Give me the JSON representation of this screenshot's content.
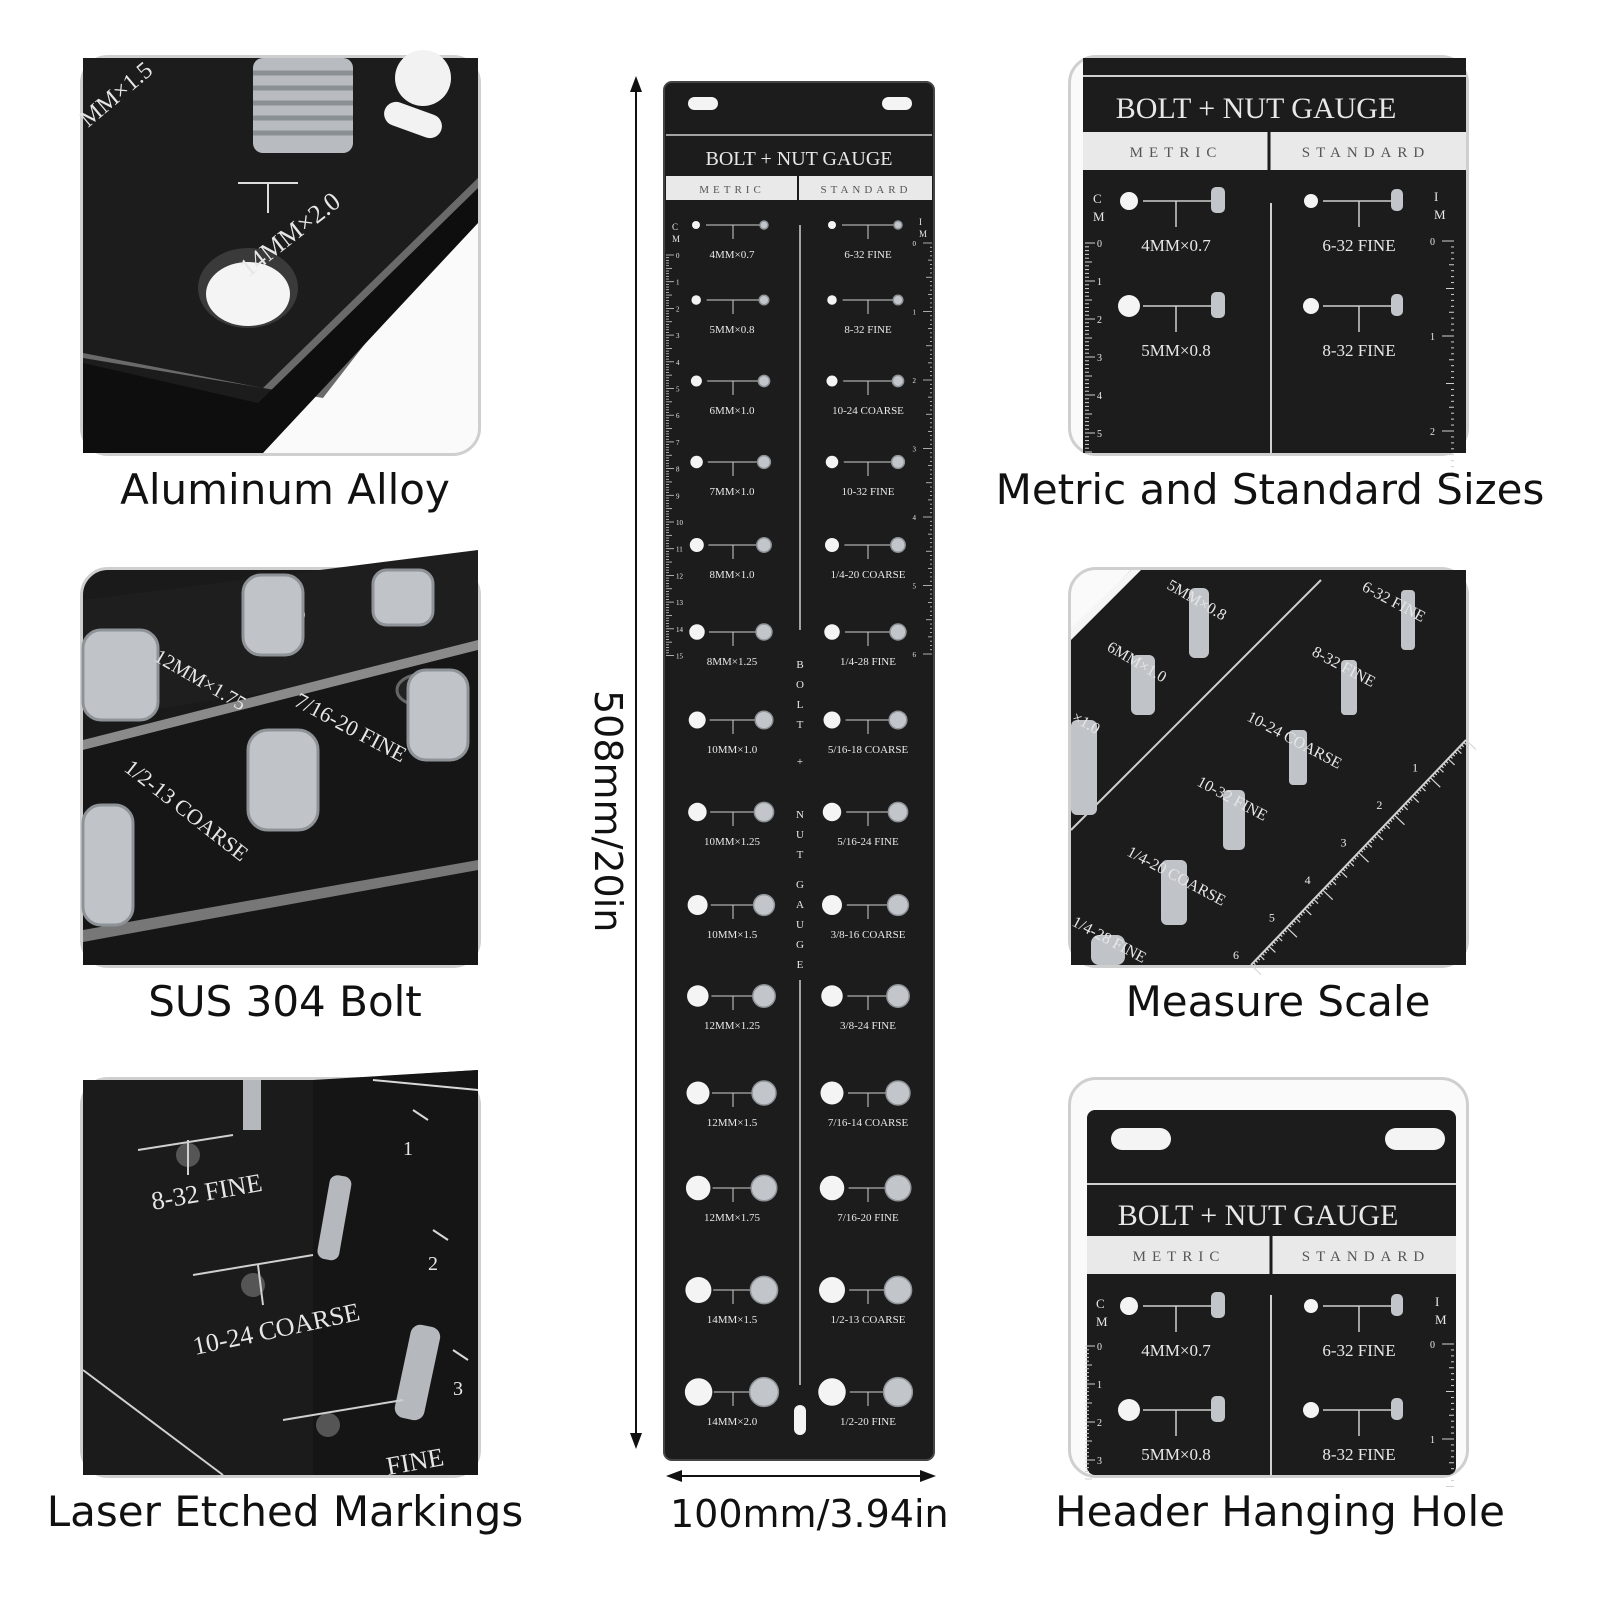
{
  "captions": {
    "aluminum": "Aluminum Alloy",
    "sus": "SUS 304 Bolt",
    "laser": "Laser Etched Markings",
    "metric_standard": "Metric and Standard Sizes",
    "measure": "Measure Scale",
    "header": "Header Hanging Hole"
  },
  "dimensions": {
    "height": "508mm/20in",
    "width": "100mm/3.94in"
  },
  "gauge": {
    "title": "BOLT + NUT GAUGE",
    "metric_header": "METRIC",
    "standard_header": "STANDARD",
    "vertical_title": [
      "B",
      "O",
      "L",
      "T",
      "+",
      "N",
      "U",
      "T",
      "G",
      "A",
      "U",
      "G",
      "E"
    ],
    "metric_scale_label": [
      "C",
      "M"
    ],
    "imperial_scale_label": [
      "I",
      "M"
    ],
    "metric": [
      "4MM×0.7",
      "5MM×0.8",
      "6MM×1.0",
      "7MM×1.0",
      "8MM×1.0",
      "8MM×1.25",
      "10MM×1.0",
      "10MM×1.25",
      "10MM×1.5",
      "12MM×1.25",
      "12MM×1.5",
      "12MM×1.75",
      "14MM×1.5",
      "14MM×2.0"
    ],
    "standard": [
      "6-32 FINE",
      "8-32 FINE",
      "10-24 COARSE",
      "10-32 FINE",
      "1/4-20 COARSE",
      "1/4-28 FINE",
      "5/16-18 COARSE",
      "5/16-24 FINE",
      "3/8-16 COARSE",
      "3/8-24 FINE",
      "7/16-14 COARSE",
      "7/16-20 FINE",
      "1/2-13 COARSE",
      "1/2-20 FINE"
    ],
    "cm_ticks": [
      "0",
      "1",
      "2",
      "3",
      "4",
      "5",
      "6",
      "7",
      "8",
      "9",
      "10",
      "11",
      "12",
      "13",
      "14",
      "15"
    ],
    "in_ticks": [
      "0",
      "1",
      "2",
      "3",
      "4",
      "5",
      "6"
    ]
  },
  "closeups": {
    "aluminum_label": "14MM×2.0",
    "aluminum_partial": "MM×1.5",
    "sus_labels": [
      "12MM×1.75",
      "7/16-20 FINE",
      "1/2-13 COARSE"
    ],
    "laser_labels": [
      "8-32 FINE",
      "10-24 COARSE",
      "FINE"
    ],
    "laser_ticks": [
      "1",
      "2",
      "3"
    ],
    "metric_standard_rows": [
      {
        "metric": "4MM×0.7",
        "standard": "6-32 FINE"
      },
      {
        "metric": "5MM×0.8",
        "standard": "8-32 FINE"
      }
    ],
    "metric_standard_cm_ticks": [
      "0",
      "1",
      "2",
      "3",
      "4",
      "5"
    ],
    "metric_standard_in_ticks": [
      "0",
      "1",
      "2"
    ],
    "measure_labels": [
      "5MM×0.8",
      "6MM×1.0",
      "×1.0",
      "6-32 FINE",
      "8-32 FINE",
      "10-24 COARSE",
      "10-32 FINE",
      "1/4-20 COARSE",
      "1/4-28 FINE"
    ],
    "measure_ticks": [
      "1",
      "2",
      "3",
      "4",
      "5",
      "6"
    ],
    "header_rows": [
      {
        "metric": "4MM×0.7",
        "standard": "6-32 FINE"
      },
      {
        "metric": "5MM×0.8",
        "standard": "8-32 FINE"
      }
    ],
    "header_cm_ticks": [
      "0",
      "1",
      "2",
      "3"
    ],
    "header_in_ticks": [
      "0",
      "1"
    ]
  }
}
